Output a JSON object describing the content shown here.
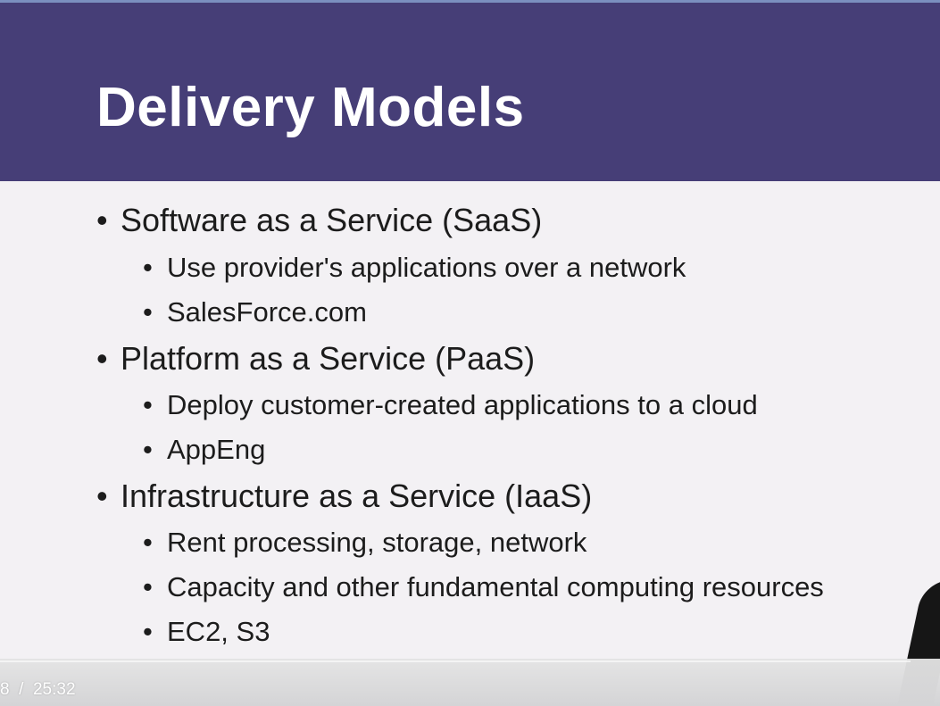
{
  "slide": {
    "title": "Delivery Models",
    "bullet_glyph": "•",
    "items": [
      {
        "label": "Software as a Service (SaaS)",
        "subitems": [
          "Use provider's applications over a network",
          "SalesForce.com"
        ]
      },
      {
        "label": "Platform as a Service (PaaS)",
        "subitems": [
          "Deploy customer-created applications to a cloud",
          "AppEng"
        ]
      },
      {
        "label": "Infrastructure as a Service (IaaS)",
        "subitems": [
          "Rent processing, storage, network",
          "Capacity and other fundamental computing resources",
          "EC2, S3"
        ]
      }
    ]
  },
  "player": {
    "time_display": "8  /  25:32"
  },
  "colors": {
    "header_bg": "#463e77",
    "slide_bg": "#f3f1f4",
    "title_text": "#ffffff",
    "body_text": "#1c1c1c"
  }
}
